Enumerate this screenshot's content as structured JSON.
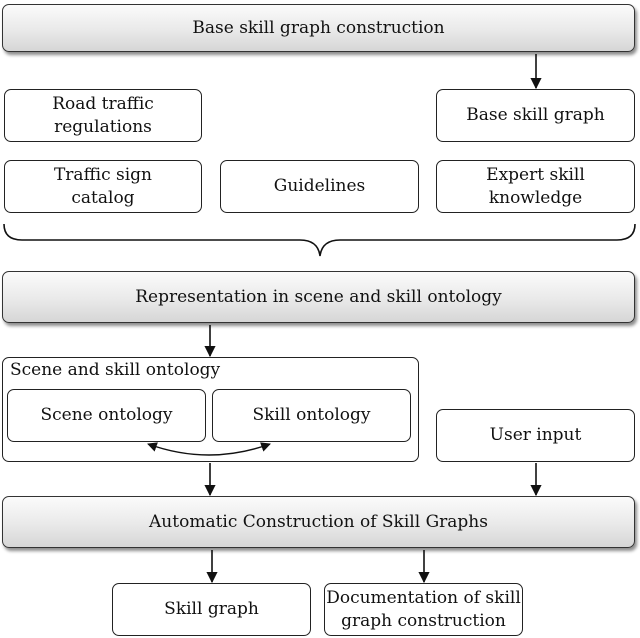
{
  "top_bar": {
    "label": "Base skill graph construction"
  },
  "sources": {
    "road_traffic": "Road traffic\nregulations",
    "traffic_sign": "Traffic sign\ncatalog",
    "guidelines": "Guidelines",
    "expert_skill": "Expert skill\nknowledge"
  },
  "base_skill_graph": {
    "label": "Base skill graph"
  },
  "representation_bar": {
    "label": "Representation in scene and skill ontology"
  },
  "ontology_group": {
    "title": "Scene and skill ontology",
    "scene": "Scene ontology",
    "skill": "Skill ontology"
  },
  "user_input": {
    "label": "User input"
  },
  "automatic_bar": {
    "label": "Automatic Construction of Skill Graphs"
  },
  "outputs": {
    "skill_graph": "Skill graph",
    "documentation": "Documentation of skill\ngraph construction"
  }
}
